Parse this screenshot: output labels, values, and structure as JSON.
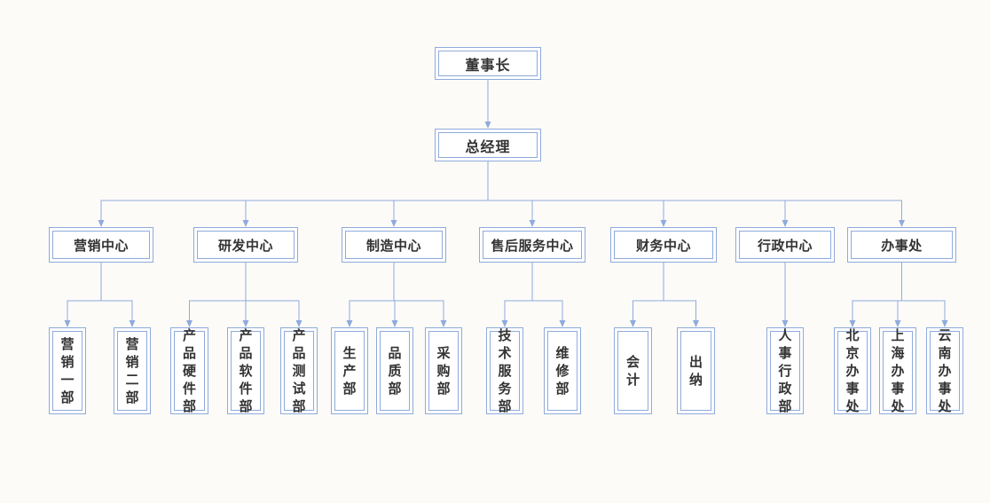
{
  "colors": {
    "accent_border": "#8faadc",
    "connector_line": "#8faadc",
    "text": "#333333",
    "background": "#fcfbf8"
  },
  "org": {
    "chairman": "董事长",
    "general_manager": "总经理",
    "centers": [
      {
        "label": "营销中心",
        "children": [
          "营销一部",
          "营销二部"
        ]
      },
      {
        "label": "研发中心",
        "children": [
          "产品硬件部",
          "产品软件部",
          "产品测试部"
        ]
      },
      {
        "label": "制造中心",
        "children": [
          "生产部",
          "品质部",
          "采购部"
        ]
      },
      {
        "label": "售后服务中心",
        "children": [
          "技术服务部",
          "维修部"
        ]
      },
      {
        "label": "财务中心",
        "children": [
          "会计",
          "出纳"
        ]
      },
      {
        "label": "行政中心",
        "children": [
          "人事行政部"
        ]
      },
      {
        "label": "办事处",
        "children": [
          "北京办事处",
          "上海办事处",
          "云南办事处"
        ]
      }
    ]
  }
}
